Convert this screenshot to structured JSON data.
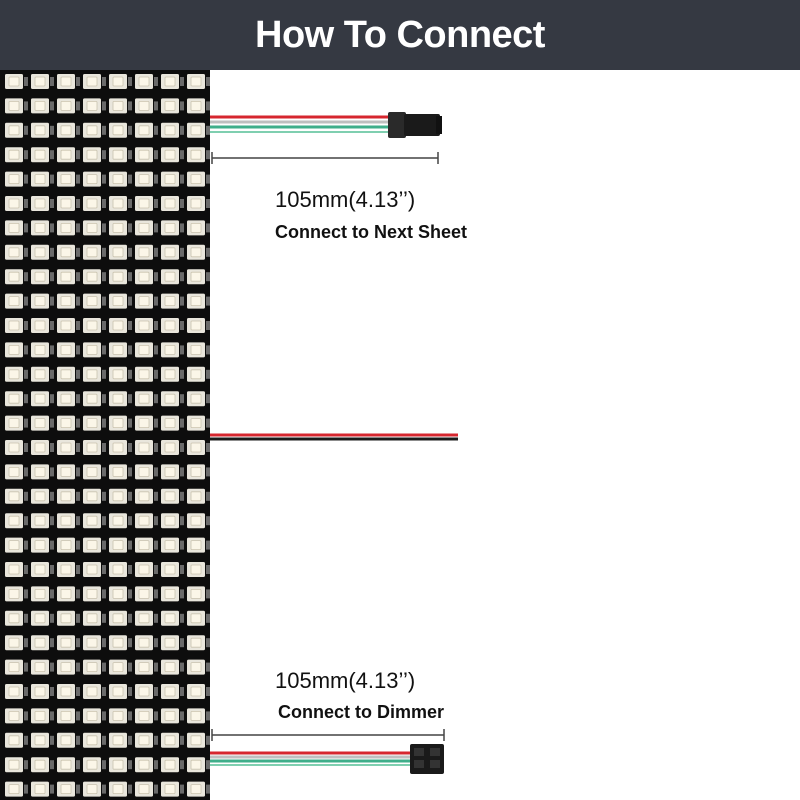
{
  "header": {
    "title": "How To Connect"
  },
  "top_connection": {
    "length": "105mm(4.13’’)",
    "caption": "Connect to Next Sheet"
  },
  "bottom_connection": {
    "length": "105mm(4.13’’)",
    "caption": "Connect to Dimmer"
  },
  "colors": {
    "header_bg": "#353942",
    "board": "#0d0d0d",
    "led": "#e9e6dc",
    "wire_red": "#d6262e",
    "wire_white": "#f2f2f2",
    "wire_green": "#3fae8a",
    "connector": "#1a1a1a"
  },
  "led_grid": {
    "rows": 30,
    "cols": 8
  }
}
